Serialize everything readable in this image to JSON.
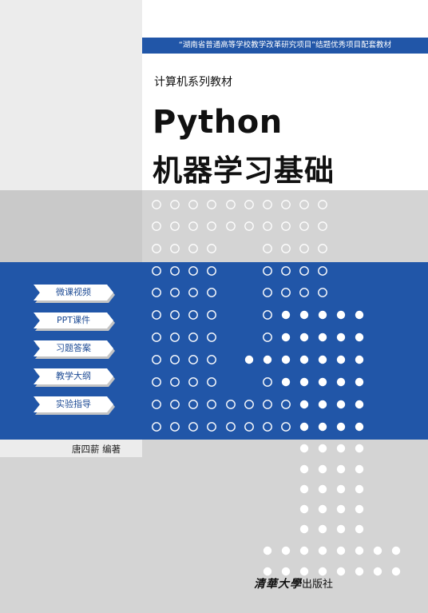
{
  "cover": {
    "project_line": "“湖南省普通高等学校教学改革研究项目”结题优秀项目配套教材",
    "series": "计算机系列教材",
    "title_line1": "Python",
    "title_line2": "机器学习基础",
    "tags": [
      "微课视频",
      "PPT课件",
      "习题答案",
      "教学大纲",
      "实验指导"
    ],
    "author": "唐四薪  编著",
    "publisher_calligraphy": "清華大學",
    "publisher_suffix": "出版社"
  },
  "colors": {
    "brand_blue": "#2156a8",
    "background_gray": "#d4d4d4",
    "light_gray": "#ececec"
  }
}
